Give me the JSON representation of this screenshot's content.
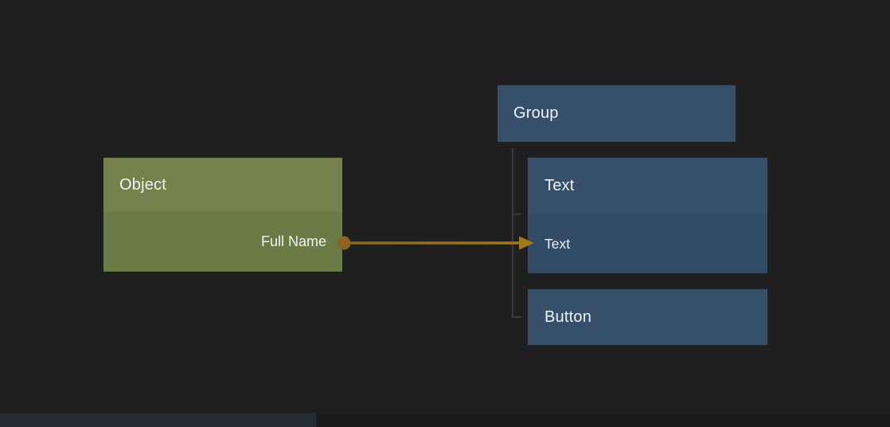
{
  "canvas": {
    "background": "#1f1f1f",
    "tree_line_color": "#3a3a3a",
    "text_color": "#f2f2f2"
  },
  "nodes": {
    "object": {
      "title": "Object",
      "header_color": "#74814c",
      "row_color": "#6b7b46",
      "fields": [
        {
          "label": "Full Name"
        }
      ]
    },
    "group": {
      "title": "Group",
      "color": "#36506c"
    },
    "text": {
      "title": "Text",
      "header_color": "#36506c",
      "row_color": "#314b66",
      "fields": [
        {
          "label": "Text"
        }
      ]
    },
    "button": {
      "title": "Button",
      "color": "#36506c"
    }
  },
  "connection": {
    "from_field": "Full Name",
    "to_field": "Text",
    "dot_color": "#8a6526",
    "arrow_color": "#a1771f"
  },
  "icons": {
    "port_dot": "connection-port-dot",
    "arrowhead": "connection-arrowhead"
  },
  "bottom_edge": {
    "left_color": "#262c33",
    "right_color": "#1b1b1b"
  }
}
